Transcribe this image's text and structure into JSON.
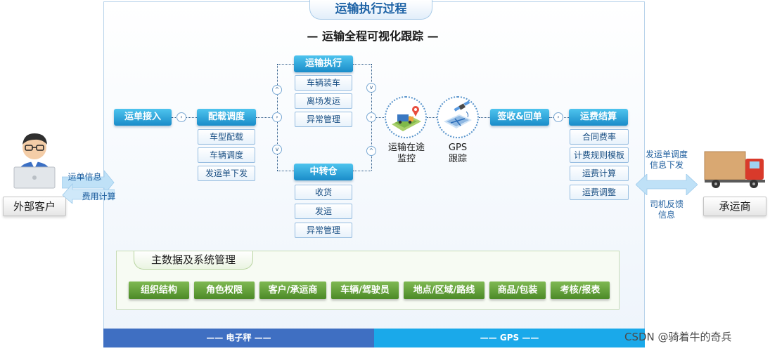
{
  "title": "运输执行过程",
  "subtitle": "— 运输全程可视化跟踪 —",
  "flow": {
    "order_receive": "运单接入",
    "dispatch": {
      "label": "配载调度",
      "items": [
        "车型配载",
        "车辆调度",
        "发运单下发"
      ]
    },
    "transport": {
      "label": "运输执行",
      "items": [
        "车辆装车",
        "离场发运",
        "异常管理"
      ]
    },
    "transfer": {
      "label": "中转仓",
      "items": [
        "收货",
        "发运",
        "异常管理"
      ]
    },
    "monitor": {
      "line1": "运输在途",
      "line2": "监控"
    },
    "gps": {
      "line1": "GPS",
      "line2": "跟踪"
    },
    "sign": "签收&回单",
    "freight": {
      "label": "运费结算",
      "items": [
        "合同费率",
        "计费规则模板",
        "运费计算",
        "运费调整"
      ]
    }
  },
  "customer": {
    "label": "外部客户",
    "arrow_top": "运单信息",
    "arrow_bottom": "费用计算"
  },
  "carrier": {
    "label": "承运商",
    "arrow_top_1": "发运单调度",
    "arrow_top_2": "信息下发",
    "arrow_bottom_1": "司机反馈",
    "arrow_bottom_2": "信息"
  },
  "master_data": {
    "title": "主数据及系统管理",
    "items": [
      "组织结构",
      "角色权限",
      "客户/承运商",
      "车辆/驾驶员",
      "地点/区域/路线",
      "商品/包装",
      "考核/报表"
    ]
  },
  "bottom": {
    "left": "—— 电子秤 ——",
    "right": "—— GPS ——"
  },
  "watermark": "CSDN @骑着牛的奇兵",
  "colors": {
    "header_blue": "#1a8cc9",
    "green_button": "#4c8a27",
    "bar_left": "#3f6fc2",
    "bar_right": "#1aa9ea"
  }
}
